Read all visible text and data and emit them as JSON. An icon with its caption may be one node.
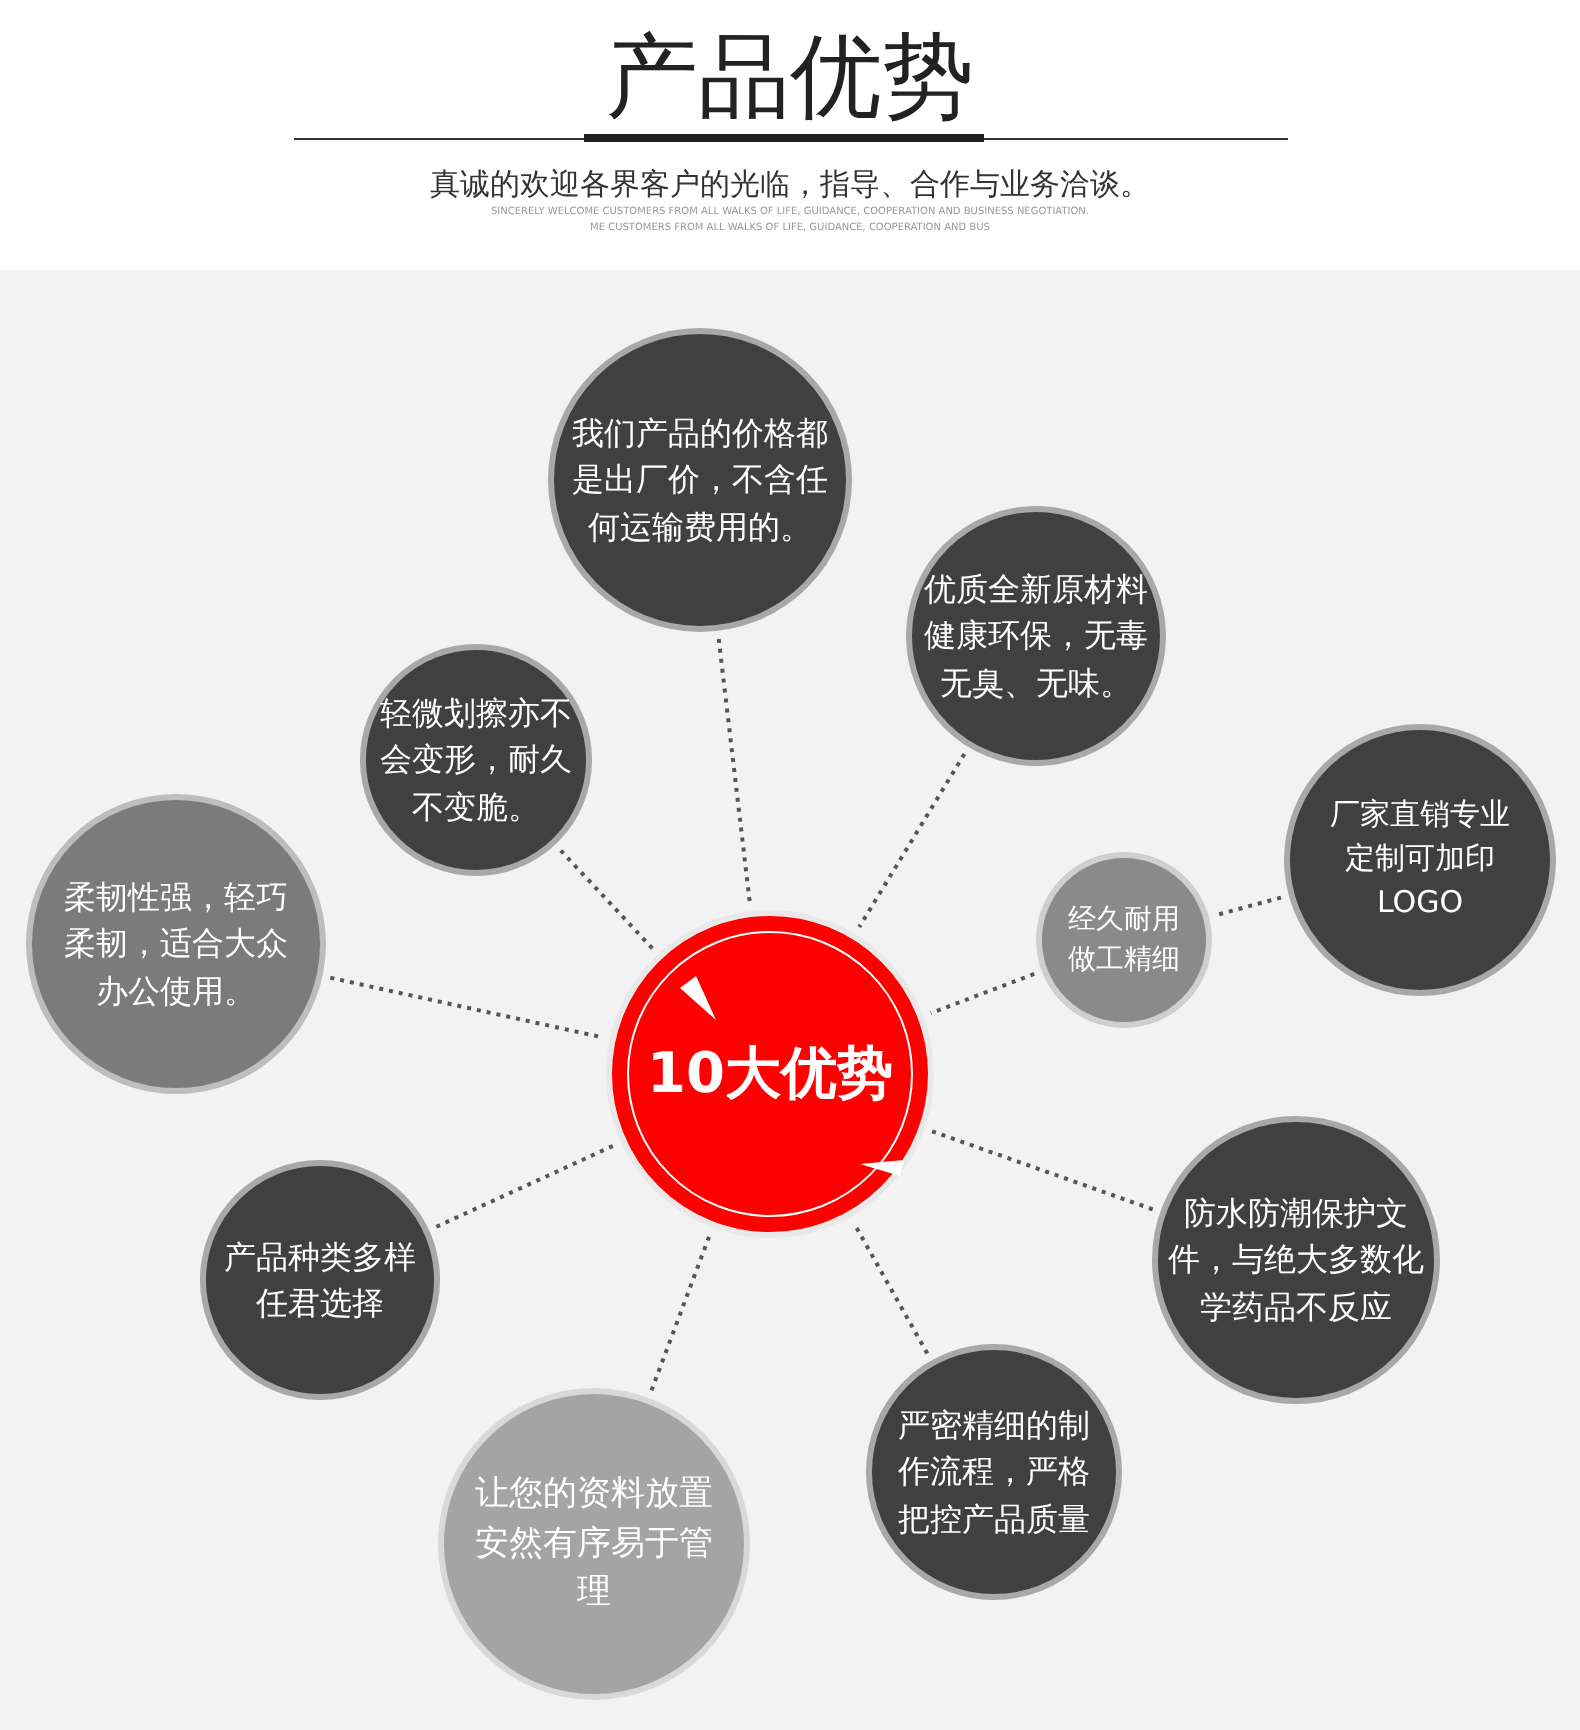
{
  "diagram": {
    "title": "产品优势",
    "nodes": [
      {
        "text": [
          "10大优势"
        ]
      },
      {
        "text": [
          "我们产品的价格都是出厂价，不含任何运输费用的。"
        ]
      },
      {
        "text": [
          "优质全新原材料健康环保，无毒无臭、无味。"
        ]
      },
      {
        "text": [
          "轻微划擦亦不会变形，耐久不变脆。"
        ]
      },
      {
        "text": [
          "厂家直销专业定制可加印LOGO"
        ]
      },
      {
        "text": [
          "经久耐用做工精细"
        ]
      },
      {
        "text": [
          "柔韧性强，轻巧柔韧，适合大众办公使用。"
        ]
      },
      {
        "text": [
          "产品种类多样任君选择"
        ]
      },
      {
        "text": [
          "防水防潮保护文件，与绝大多数化学药品不反应"
        ]
      },
      {
        "text": [
          "严密精细的制作流程，严格把控产品质量"
        ]
      },
      {
        "text": [
          "让您的资料放置安然有序易于管理"
        ]
      }
    ],
    "edges": [
      {
        "from": 1,
        "to": 0,
        "arrow": "none",
        "style": "dashed"
      },
      {
        "from": 2,
        "to": 0,
        "arrow": "none",
        "style": "dashed"
      },
      {
        "from": 3,
        "to": 0,
        "arrow": "none",
        "style": "dashed"
      },
      {
        "from": 4,
        "to": 5,
        "arrow": "none",
        "style": "dashed"
      },
      {
        "from": 5,
        "to": 0,
        "arrow": "none",
        "style": "dashed"
      },
      {
        "from": 6,
        "to": 0,
        "arrow": "none",
        "style": "dashed"
      },
      {
        "from": 7,
        "to": 0,
        "arrow": "none",
        "style": "dashed"
      },
      {
        "from": 8,
        "to": 0,
        "arrow": "none",
        "style": "dashed"
      },
      {
        "from": 9,
        "to": 0,
        "arrow": "none",
        "style": "dashed"
      },
      {
        "from": 10,
        "to": 0,
        "arrow": "none",
        "style": "dashed"
      }
    ],
    "labels": [
      "真诚的欢迎各界客户的光临，指导、合作与业务洽谈。",
      "SINCERELY WELCOME CUSTOMERS FROM ALL WALKS OF LIFE, GUIDANCE, COOPERATION AND BUSINESS NEGOTIATION.",
      "ME CUSTOMERS FROM ALL WALKS OF LIFE, GUIDANCE, COOPERATION AND BUS"
    ]
  }
}
